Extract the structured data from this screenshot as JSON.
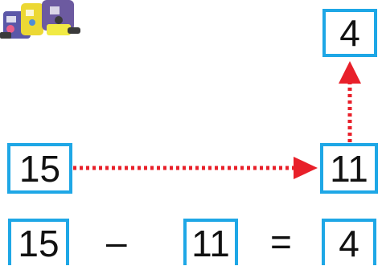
{
  "diagram": {
    "top_value": "4",
    "start_value": "15",
    "middle_value": "11",
    "arrow_color": "#e8202a",
    "box_color": "#1ea7e6"
  },
  "equation": {
    "minuend": "15",
    "operator_minus": "–",
    "subtrahend": "11",
    "operator_equals": "=",
    "result": "4"
  }
}
